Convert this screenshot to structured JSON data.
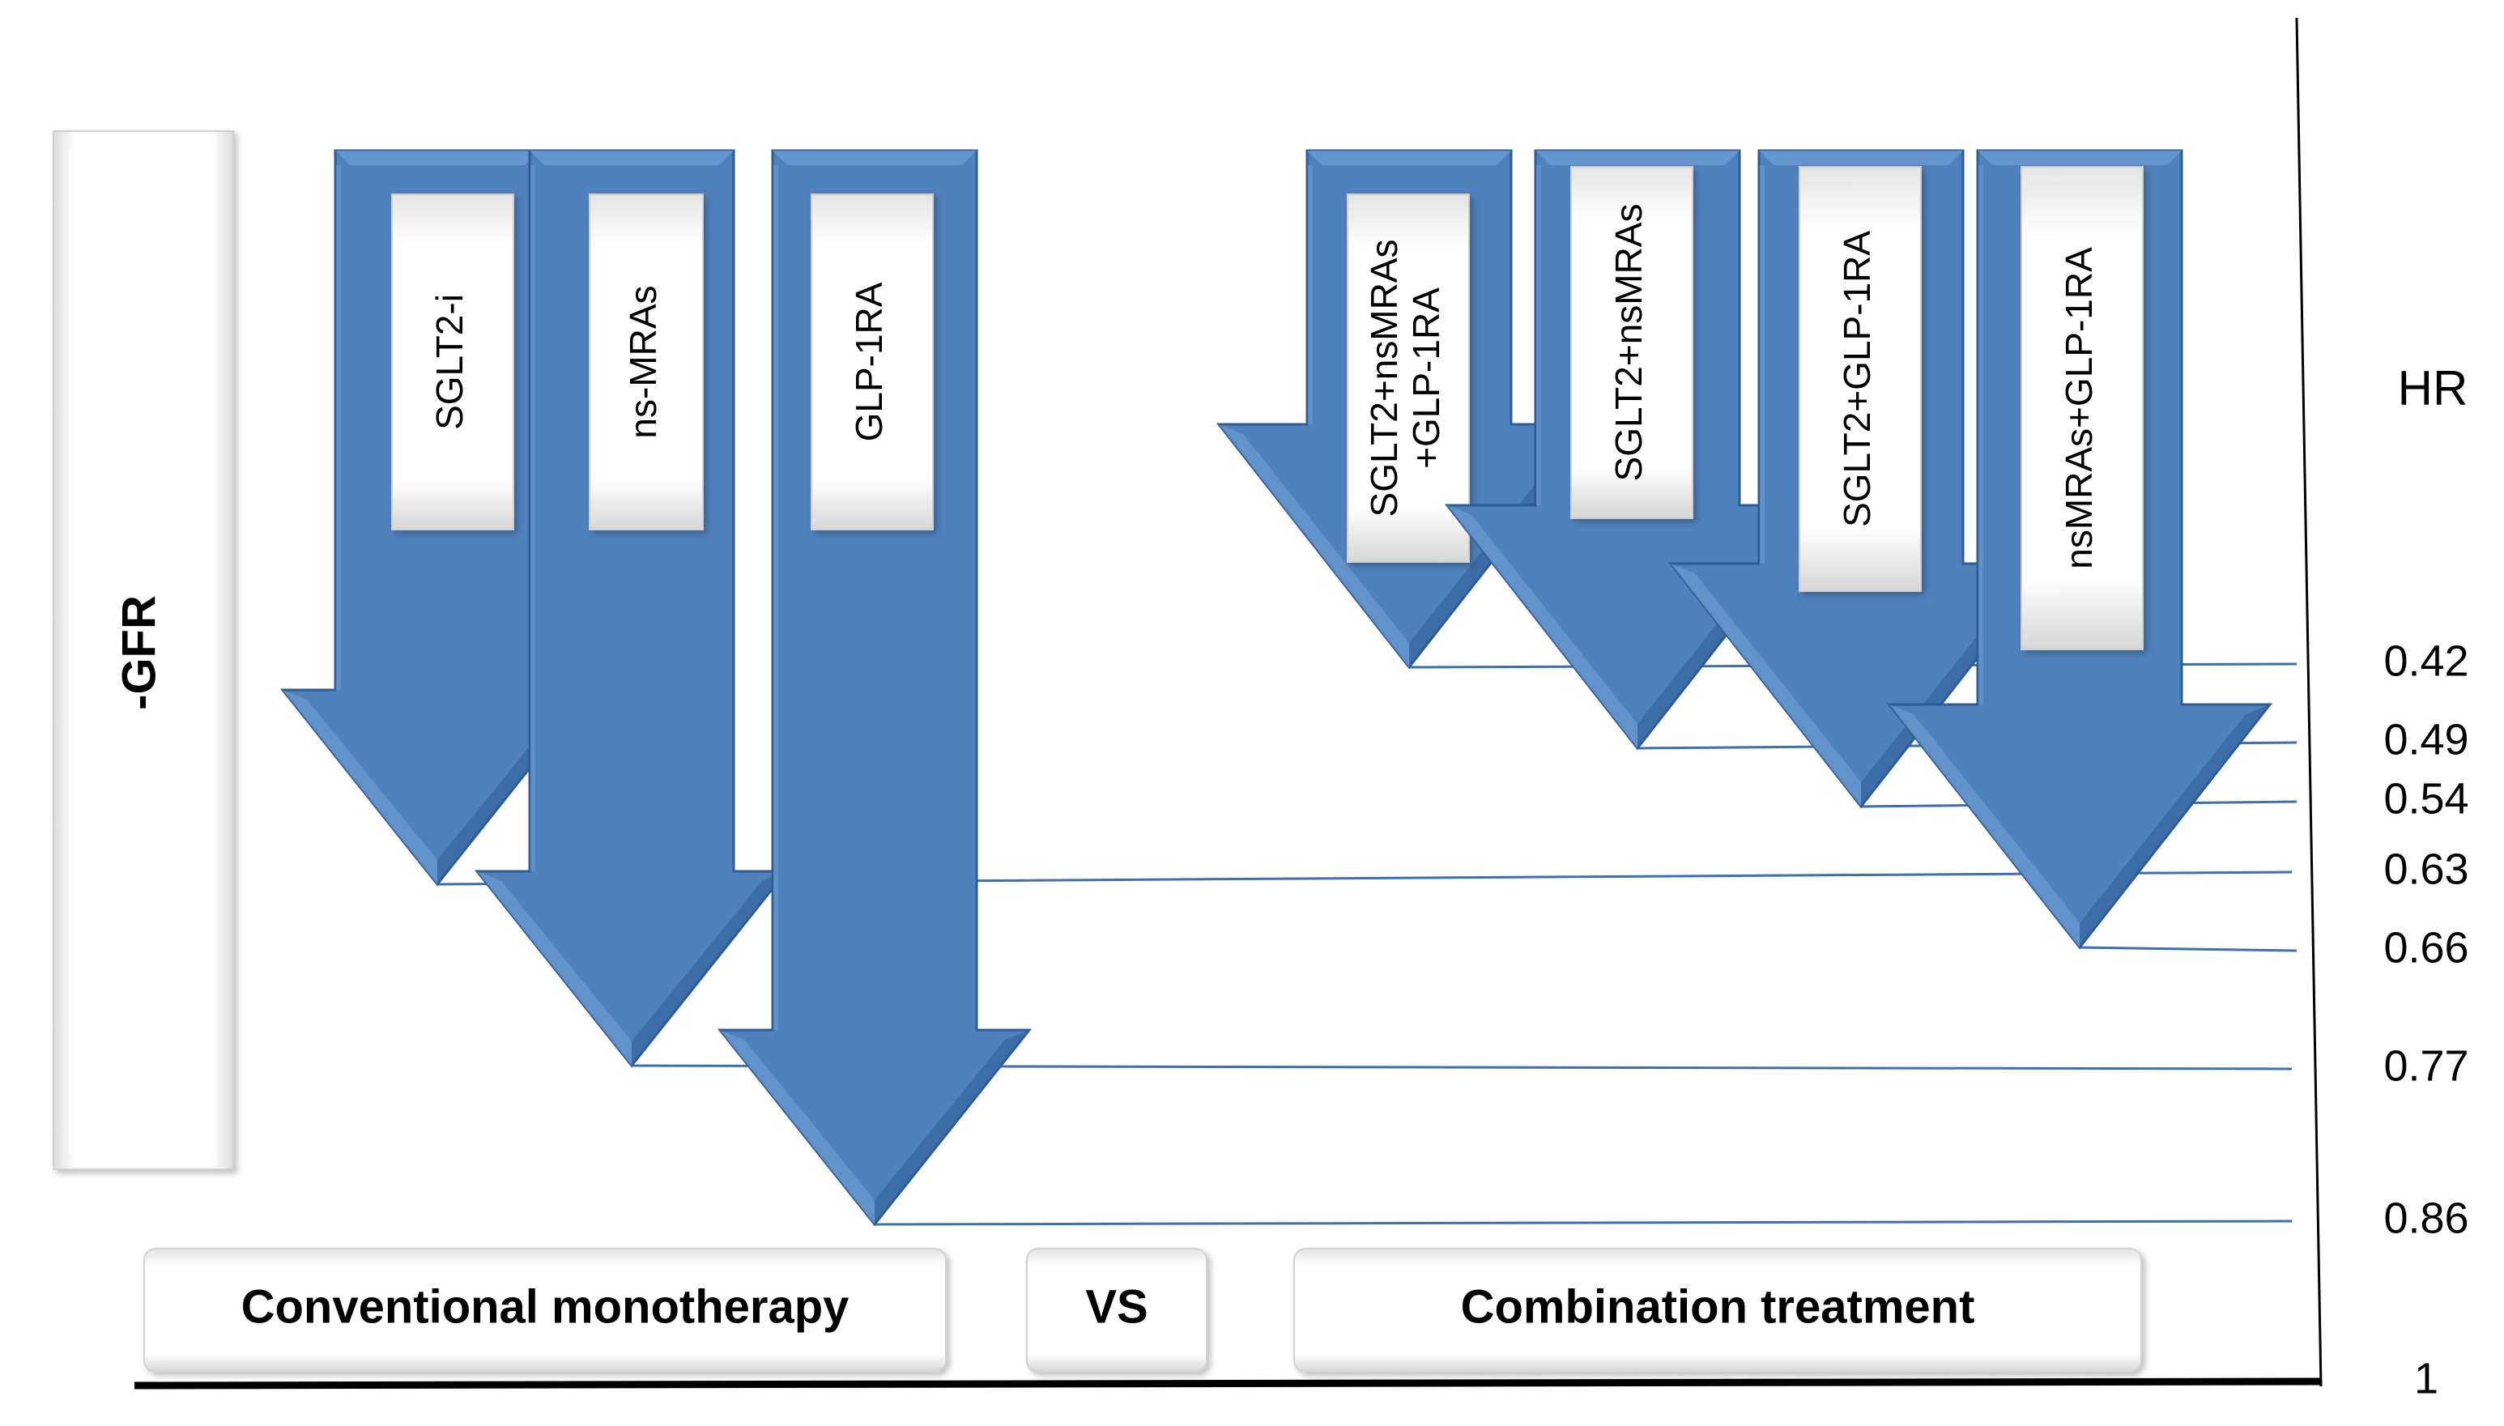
{
  "axis": {
    "title": "HR",
    "ticks": [
      {
        "label": "0.42",
        "value": 0.42
      },
      {
        "label": "0.49",
        "value": 0.49
      },
      {
        "label": "0.54",
        "value": 0.54
      },
      {
        "label": "0.63",
        "value": 0.63
      },
      {
        "label": "0.66",
        "value": 0.66
      },
      {
        "label": "0.77",
        "value": 0.77
      },
      {
        "label": "0.86",
        "value": 0.86
      },
      {
        "label": "1",
        "value": 1
      }
    ]
  },
  "side_panel": {
    "label": "-GFR"
  },
  "monotherapy": {
    "arrows": [
      {
        "label": "SGLT2-i",
        "hr": 0.63
      },
      {
        "label": "ns-MRAs",
        "hr": 0.77
      },
      {
        "label": "GLP-1RA",
        "hr": 0.86
      }
    ]
  },
  "combination": {
    "arrows": [
      {
        "label": "SGLT2+nsMRAs\n+GLP-1RA",
        "hr": 0.42
      },
      {
        "label": "SGLT2+nsMRAs",
        "hr": 0.49
      },
      {
        "label": "SGLT2+GLP-1RA",
        "hr": 0.54
      },
      {
        "label": "nsMRAs+GLP-1RA",
        "hr": 0.66
      }
    ]
  },
  "bottom_boxes": {
    "left": "Conventional monotherapy",
    "middle": "VS",
    "right": "Combination treatment"
  },
  "colors": {
    "arrow_fill": "#4F81BD",
    "arrow_light": "#6C9BD2",
    "arrow_dark": "#2E5C95",
    "line": "#3E6FB0",
    "axis": "#000000"
  }
}
